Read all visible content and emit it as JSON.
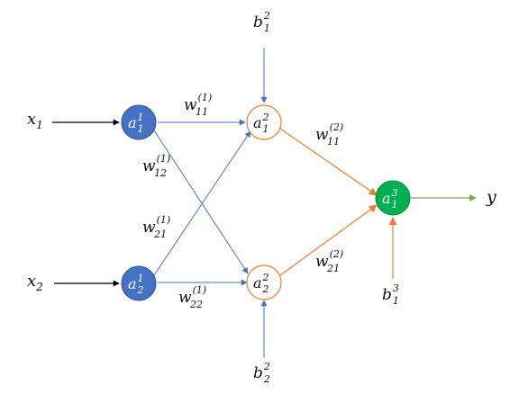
{
  "colors": {
    "input_node": "#4472c4",
    "hidden_node_stroke": "#ed7d31",
    "output_node": "#00b050",
    "input_edge": "#4472c4",
    "hidden_edge": "#ed7d31",
    "output_edge": "#70ad47",
    "input_arrow": "#000000"
  },
  "inputs": {
    "x1": {
      "base": "x",
      "sub": "1"
    },
    "x2": {
      "base": "x",
      "sub": "2"
    }
  },
  "nodes": {
    "a1_1": {
      "base": "a",
      "sup": "1",
      "sub": "1"
    },
    "a2_1": {
      "base": "a",
      "sup": "1",
      "sub": "2"
    },
    "a1_2": {
      "base": "a",
      "sup": "2",
      "sub": "1"
    },
    "a2_2": {
      "base": "a",
      "sup": "2",
      "sub": "2"
    },
    "a1_3": {
      "base": "a",
      "sup": "3",
      "sub": "1"
    }
  },
  "biases": {
    "b1_2": {
      "base": "b",
      "sup": "2",
      "sub": "1"
    },
    "b2_2": {
      "base": "b",
      "sup": "2",
      "sub": "2"
    },
    "b1_3": {
      "base": "b",
      "sup": "3",
      "sub": "1"
    }
  },
  "weights": {
    "w11_1": {
      "base": "w",
      "sup": "(1)",
      "sub": "11"
    },
    "w12_1": {
      "base": "w",
      "sup": "(1)",
      "sub": "12"
    },
    "w21_1": {
      "base": "w",
      "sup": "(1)",
      "sub": "21"
    },
    "w22_1": {
      "base": "w",
      "sup": "(1)",
      "sub": "22"
    },
    "w11_2": {
      "base": "w",
      "sup": "(2)",
      "sub": "11"
    },
    "w21_2": {
      "base": "w",
      "sup": "(2)",
      "sub": "21"
    }
  },
  "output": {
    "label": "y"
  }
}
